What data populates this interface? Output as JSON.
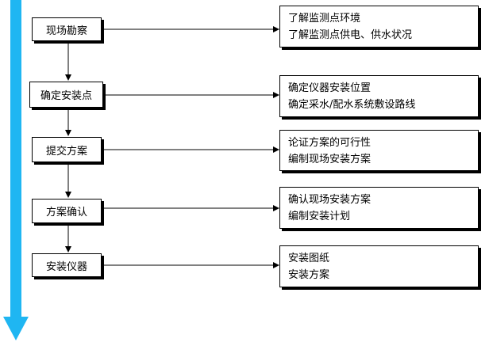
{
  "steps": [
    {
      "label": "现场勘察",
      "notes": [
        "了解监测点环境",
        "了解监测点供电、供水状况"
      ]
    },
    {
      "label": "确定安装点",
      "notes": [
        "确定仪器安装位置",
        "确定采水/配水系统敷设路线"
      ]
    },
    {
      "label": "提交方案",
      "notes": [
        "论证方案的可行性",
        "编制现场安装方案"
      ]
    },
    {
      "label": "方案确认",
      "notes": [
        "确认现场安装方案",
        "编制安装计划"
      ]
    },
    {
      "label": "安装仪器",
      "notes": [
        "安装图纸",
        "安装方案"
      ]
    }
  ],
  "colors": {
    "timeline_arrow": "#1fb6f2",
    "lines": "#000000"
  }
}
